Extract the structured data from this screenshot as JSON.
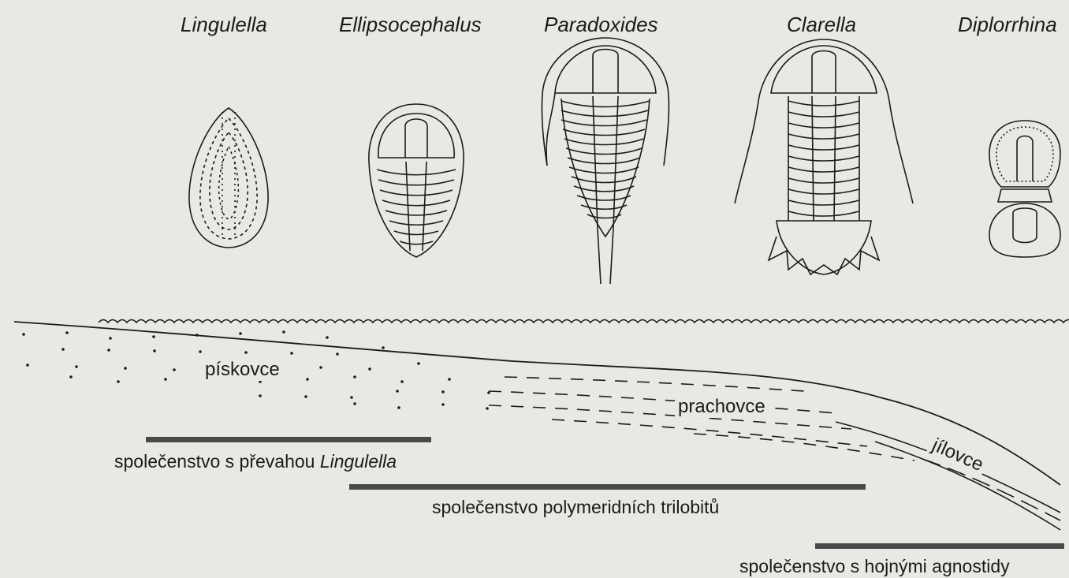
{
  "taxa": [
    {
      "id": "lingulella",
      "name": "Lingulella"
    },
    {
      "id": "ellipsocephalus",
      "name": "Ellipsocephalus"
    },
    {
      "id": "paradoxides",
      "name": "Paradoxides"
    },
    {
      "id": "clarella",
      "name": "Clarella"
    },
    {
      "id": "diplorrhina",
      "name": "Diplorrhina"
    }
  ],
  "rocks": {
    "sandstone": "pískovce",
    "siltstone": "prachovce",
    "claystone": "jílovce"
  },
  "communities": [
    {
      "id": "lingulella",
      "prefix": "společenstvo s převahou ",
      "italic": "Lingulella"
    },
    {
      "id": "polymerid",
      "prefix": "společenstvo polymeridních trilobitů",
      "italic": ""
    },
    {
      "id": "agnostid",
      "prefix": "společenstvo s hojnými agnostidy",
      "italic": ""
    }
  ],
  "colors": {
    "background": "#e9e8e4",
    "ink": "#1b1b1b",
    "bar": "#4a4a4a"
  }
}
